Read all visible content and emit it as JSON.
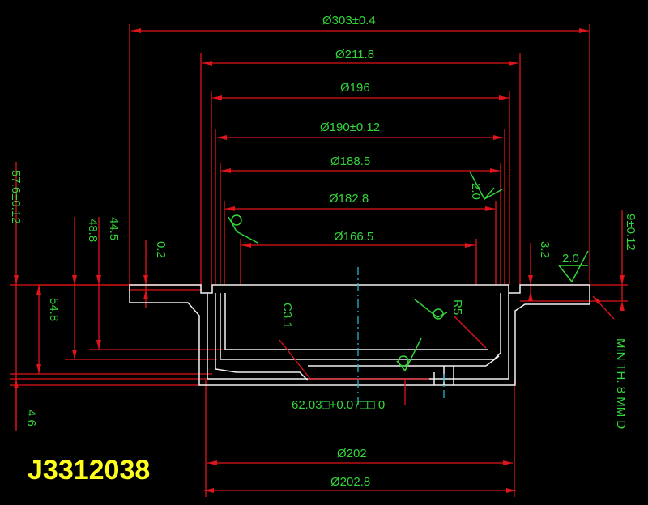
{
  "drawing": {
    "part_number": "J3312038",
    "dimensions": {
      "d303": "Ø303±0.4",
      "d211": "Ø211.8",
      "d196": "Ø196",
      "d190": "Ø190±0.12",
      "d188": "Ø188.5",
      "d182": "Ø182.8",
      "d166": "Ø166.5",
      "d202": "Ø202",
      "d202_8": "Ø202.8",
      "h57": "57.6±0.12",
      "h48": "48.8",
      "h44": "44.5",
      "h02": "0.2",
      "h54": "54.8",
      "h46": "4.6",
      "t9": "9±0.12",
      "t32": "3.2",
      "c31": "C3.1",
      "r5": "R5",
      "hub": "62.03□+0.07□□ 0",
      "min_th": "MIN TH. 8 MM D"
    },
    "roughness": {
      "top_right": "2.0",
      "right": "2.0"
    }
  }
}
